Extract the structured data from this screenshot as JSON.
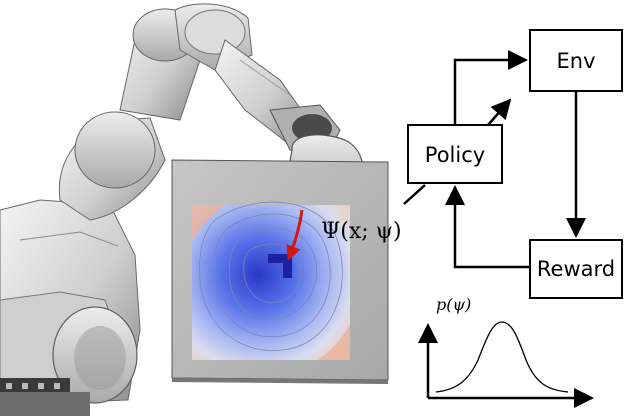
{
  "diagram": {
    "nodes": {
      "env": "Env",
      "policy": "Policy",
      "reward": "Reward"
    },
    "annotations": {
      "field_function": "Ψ(x; ψ)",
      "density_label": "p(ψ)"
    }
  },
  "colors": {
    "robot_light": "#e4e4e4",
    "robot_mid": "#bdbdbd",
    "robot_dark": "#5e5e5e",
    "board_gray": "#b9b9b9",
    "field_blue": "#3d57e0",
    "field_center": "#1f2cb0",
    "field_peach": "#e9b7a2",
    "trajectory_red": "#d01818",
    "line": "#000000"
  }
}
